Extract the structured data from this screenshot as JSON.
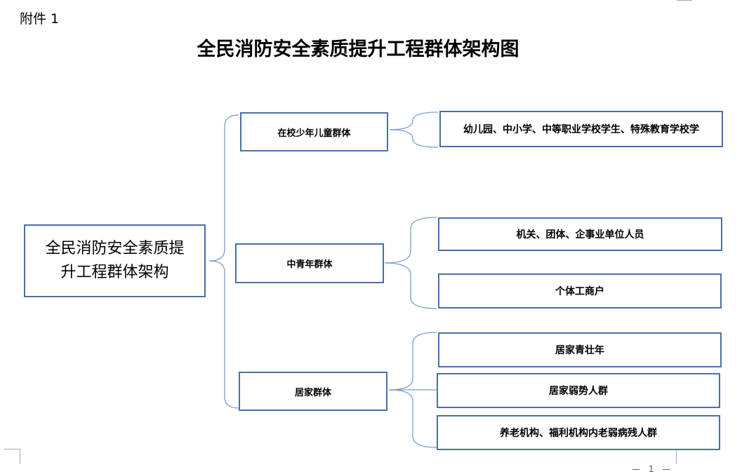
{
  "attachment_label": "附件 1",
  "title": "全民消防安全素质提升工程群体架构图",
  "root": {
    "label": "全民消防安全素质提升工程群体架构"
  },
  "groups": [
    {
      "label": "在校少年儿童群体",
      "children": [
        "幼儿园、中小学、中等职业学校学生、特殊教育学校学"
      ]
    },
    {
      "label": "中青年群体",
      "children": [
        "机关、团体、企事业单位人员",
        "个体工商户"
      ]
    },
    {
      "label": "居家群体",
      "children": [
        "居家青壮年",
        "居家弱势人群",
        "养老机构、福利机构内老弱病残人群"
      ]
    }
  ],
  "footer": {
    "page_number": "— 1 —"
  },
  "colors": {
    "box_border": "#4a70a6",
    "connector": "#7f9cc8"
  }
}
